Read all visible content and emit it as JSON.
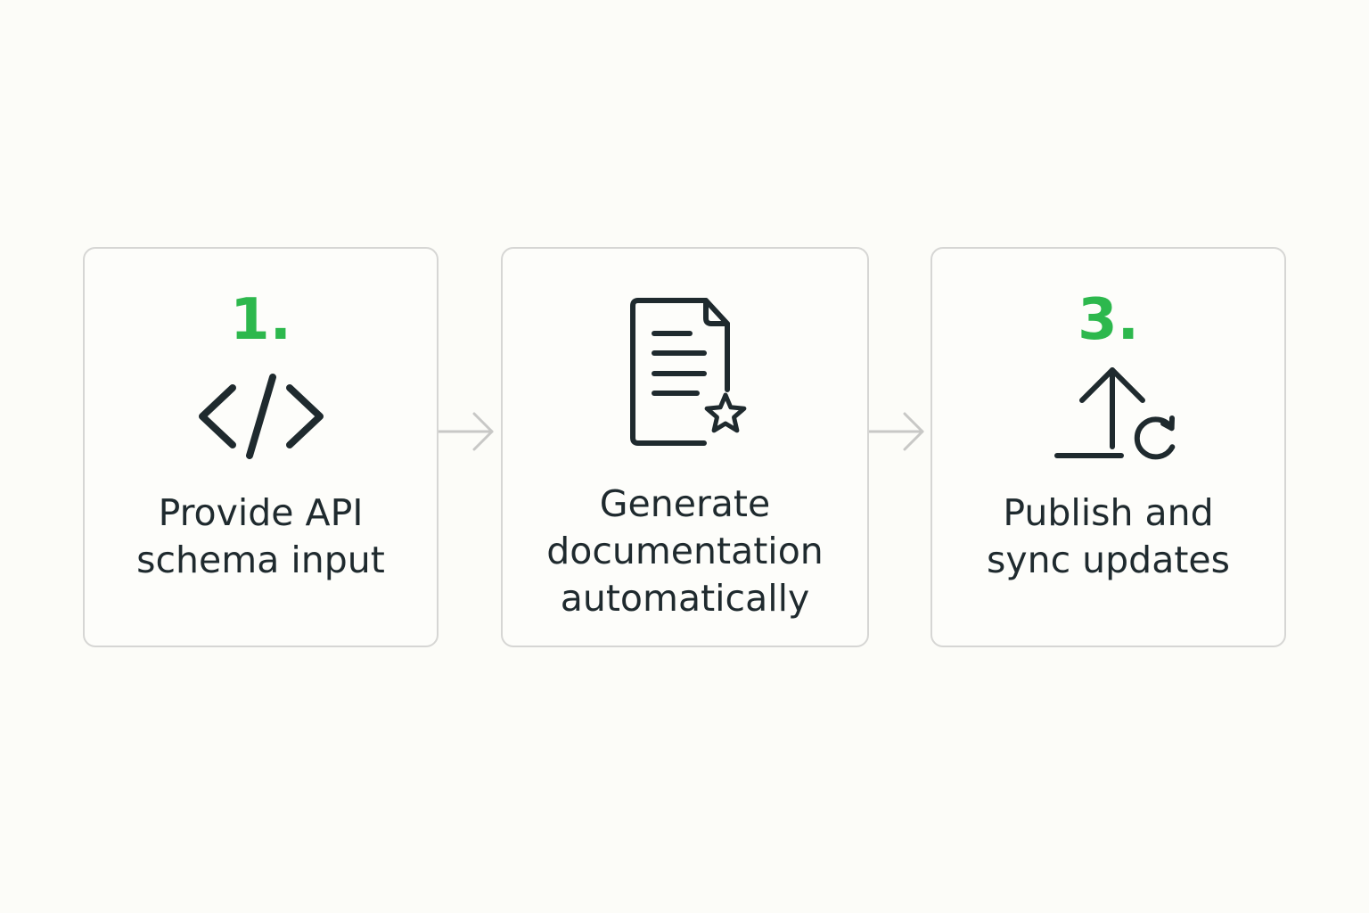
{
  "steps": [
    {
      "number": "1.",
      "label_lines": [
        "Provide API",
        "schema input"
      ],
      "icon": "code-icon"
    },
    {
      "number": "",
      "label_lines": [
        "Generate",
        "documentation",
        "automatically"
      ],
      "icon": "document-star-icon"
    },
    {
      "number": "3.",
      "label_lines": [
        "Publish and",
        "sync updates"
      ],
      "icon": "upload-sync-icon"
    }
  ],
  "colors": {
    "accent": "#2db84d",
    "text": "#1f2a2e",
    "border": "#d6d6d4",
    "arrow": "#c8c8c6",
    "background": "#fcfcf8"
  }
}
